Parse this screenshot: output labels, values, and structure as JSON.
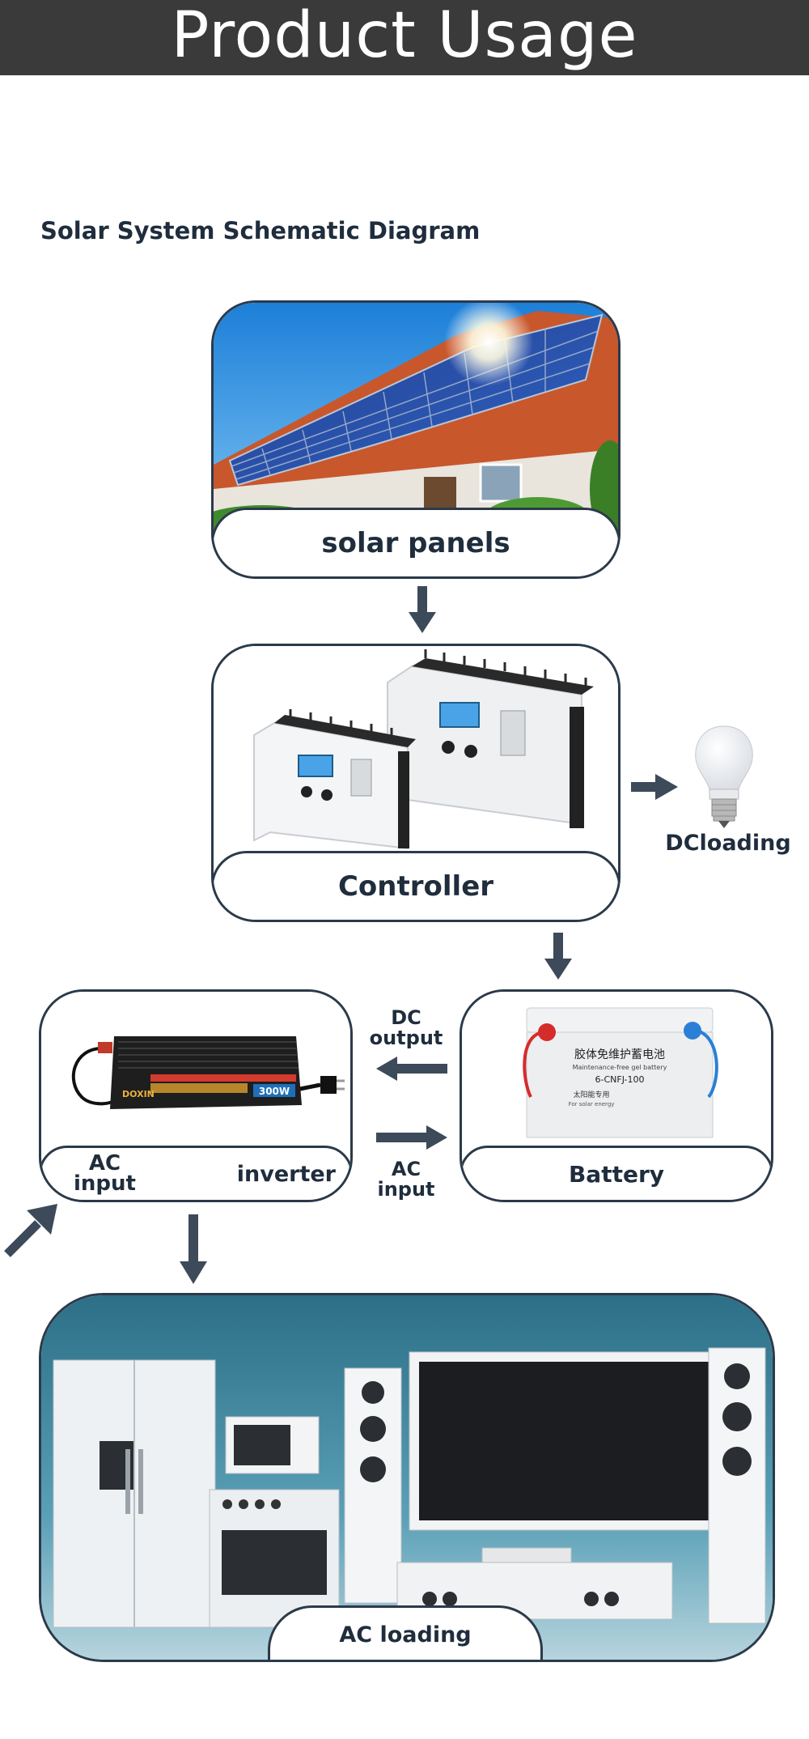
{
  "banner": {
    "title": "Product Usage"
  },
  "section": {
    "title": "Solar System Schematic Diagram"
  },
  "nodes": {
    "solar": {
      "label": "solar panels"
    },
    "controller": {
      "label": "Controller"
    },
    "dc_load": {
      "label": "DCloading"
    },
    "inverter": {
      "label": "inverter",
      "port_label": "AC\ninput",
      "brand": "DOXIN",
      "rating": "300W"
    },
    "battery": {
      "label": "Battery",
      "print_line1": "胶体免维护蓄电池",
      "print_line2": "Maintenance-free gel battery",
      "print_line3": "6-CNFJ-100",
      "print_line4": "太阳能专用",
      "print_line5": "For solar energy"
    },
    "ac_load": {
      "label": "AC loading"
    }
  },
  "links": {
    "dc_output": "DC\noutput",
    "ac_input": "AC\ninput"
  },
  "colors": {
    "banner_bg": "#3a3a3a",
    "text": "#1f2d3d",
    "arrow": "#3c4a5a",
    "card_border": "#2b3a4a"
  }
}
